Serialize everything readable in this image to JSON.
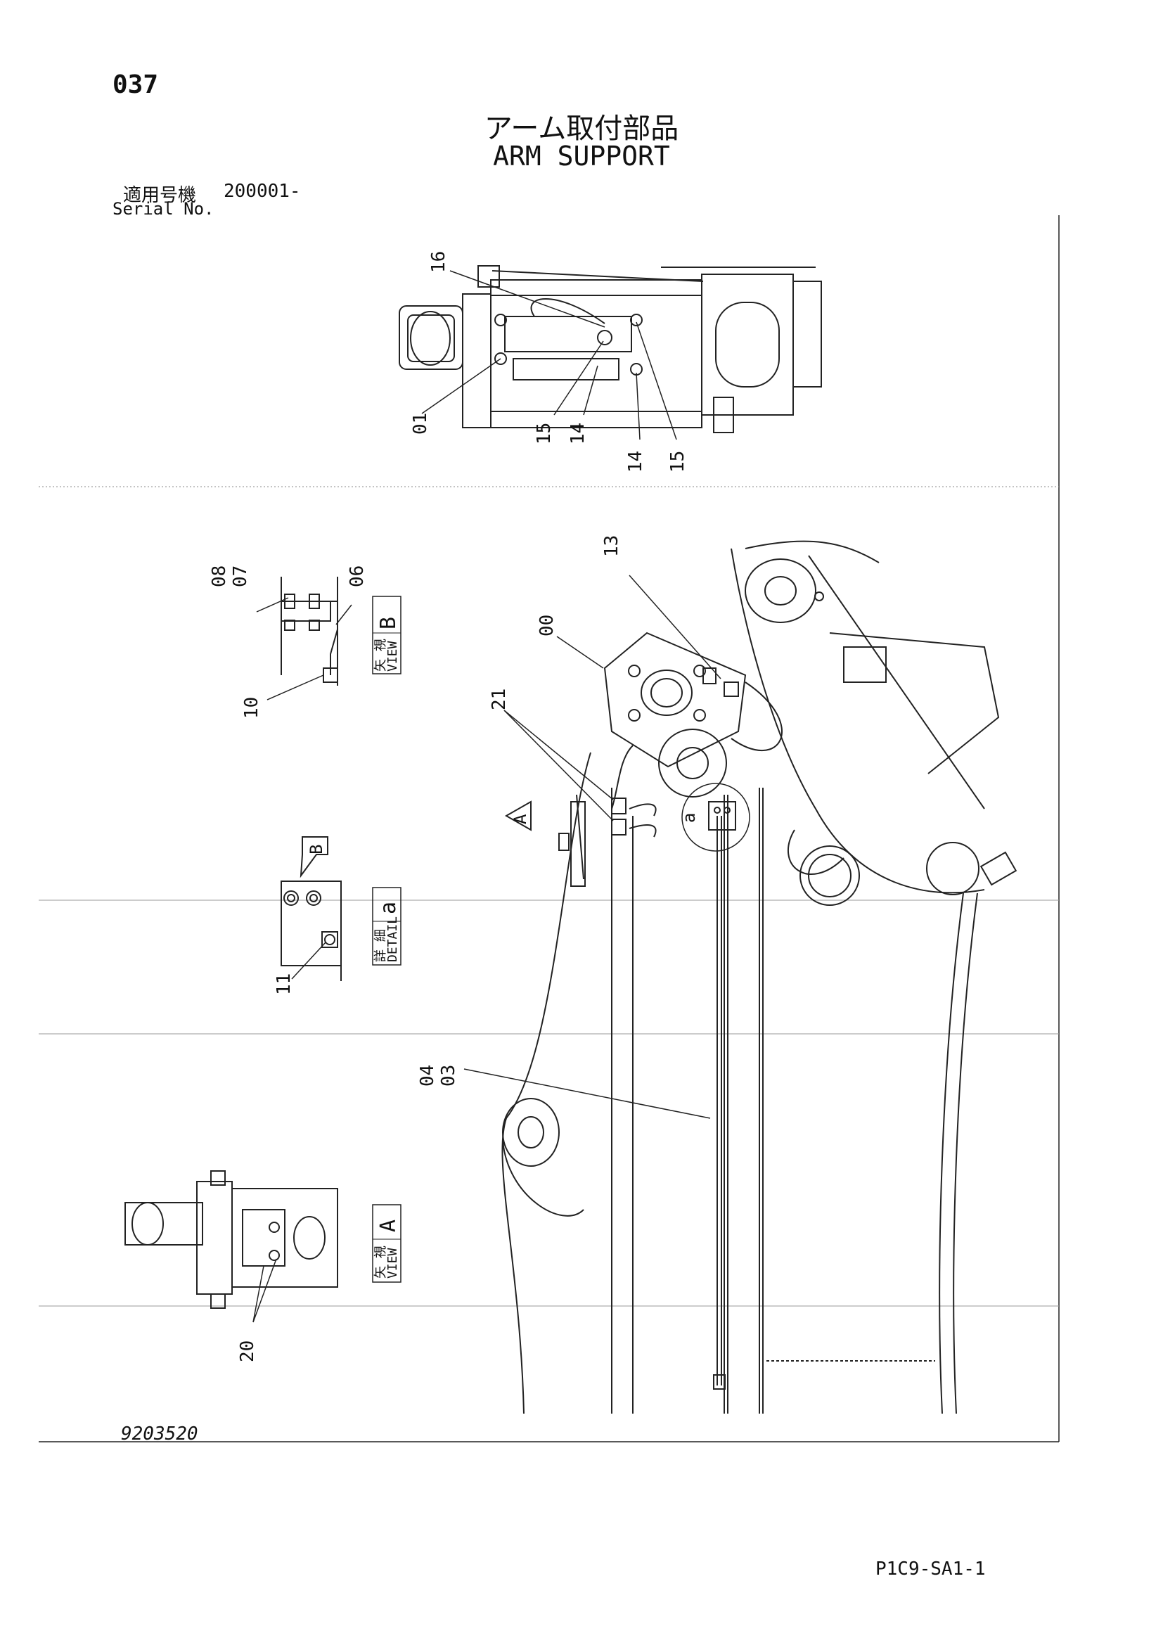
{
  "header": {
    "page_number": "037",
    "title_jp": "アーム取付部品",
    "title_en": "ARM SUPPORT",
    "serial_label_jp": "適用号機",
    "serial_value": "200001-",
    "serial_label_en": "Serial No."
  },
  "views": {
    "view_b": {
      "label_jp": "矢 視",
      "label_en": "VIEW",
      "letter": "B"
    },
    "detail_a": {
      "label_jp": "詳 細",
      "label_en": "DETAIL",
      "letter": "a"
    },
    "view_a": {
      "label_jp": "矢 視",
      "label_en": "VIEW",
      "letter": "A"
    },
    "arrow_a": "A",
    "arrow_b": "B",
    "detail_marker": "a"
  },
  "callouts": {
    "c16": "16",
    "c01": "01",
    "c15a": "15",
    "c14a": "14",
    "c14b": "14",
    "c15b": "15",
    "c08": "08",
    "c07": "07",
    "c06": "06",
    "c10": "10",
    "c13": "13",
    "c00": "00",
    "c21": "21",
    "c11": "11",
    "c04": "04",
    "c03": "03",
    "c20": "20"
  },
  "footer": {
    "drawing_number": "9203520",
    "sheet_code": "P1C9-SA1-1"
  }
}
